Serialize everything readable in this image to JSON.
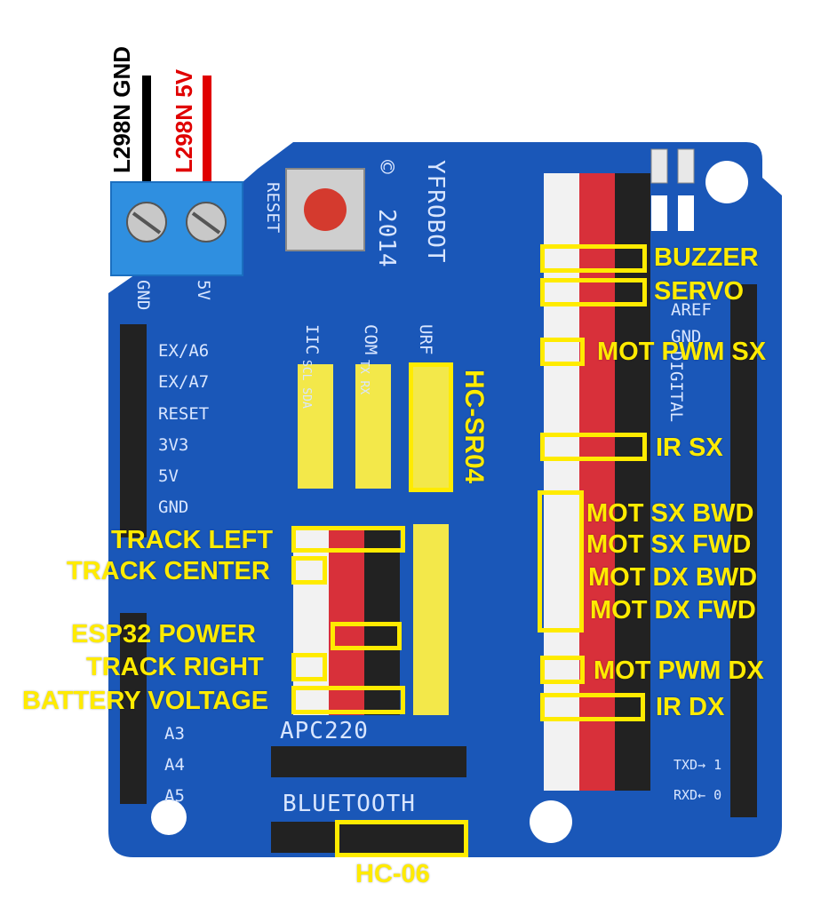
{
  "wires": {
    "gnd_label": "L298N GND",
    "v5_label": "L298N 5V",
    "gnd_color": "#000000",
    "v5_color": "#e00000"
  },
  "board": {
    "brand": "YFROBOT",
    "copyright": "©",
    "year": "2014",
    "reset_text": "RESET",
    "terminal_labels": [
      "GND",
      "5V"
    ],
    "power_pins": [
      "EX/A6",
      "EX/A7",
      "RESET",
      "3V3",
      "5V",
      "GND"
    ],
    "analog_bottom": [
      "A3",
      "A4",
      "A5"
    ],
    "header_tags": [
      "IIC",
      "COM",
      "URF"
    ],
    "iic_pins": "SCL SDA",
    "com_pins": "TX RX",
    "apc_label": "APC220",
    "bt_label": "BLUETOOTH",
    "aref": "AREF",
    "gnd_right": "GND",
    "digital_text": "DIGITAL",
    "txd": "TXD→ 1",
    "rxd": "RXD← 0",
    "color_board": "#1a57b8",
    "color_terminal": "#2f8fe0",
    "color_button": "#d43a2e"
  },
  "annotations": {
    "buzzer": "BUZZER",
    "servo": "SERVO",
    "mot_pwm_sx": "MOT PWM SX",
    "ir_sx": "IR SX",
    "mot_sx_bwd": "MOT SX BWD",
    "mot_sx_fwd": "MOT SX FWD",
    "mot_dx_bwd": "MOT DX BWD",
    "mot_dx_fwd": "MOT DX FWD",
    "mot_pwm_dx": "MOT PWM DX",
    "ir_dx": "IR DX",
    "hc_sr04": "HC-SR04",
    "track_left": "TRACK LEFT",
    "track_center": "TRACK CENTER",
    "esp32_power": "ESP32 POWER",
    "track_right": "TRACK RIGHT",
    "battery_voltage": "BATTERY VOLTAGE",
    "hc06": "HC-06",
    "color_highlight": "#ffeb00"
  }
}
